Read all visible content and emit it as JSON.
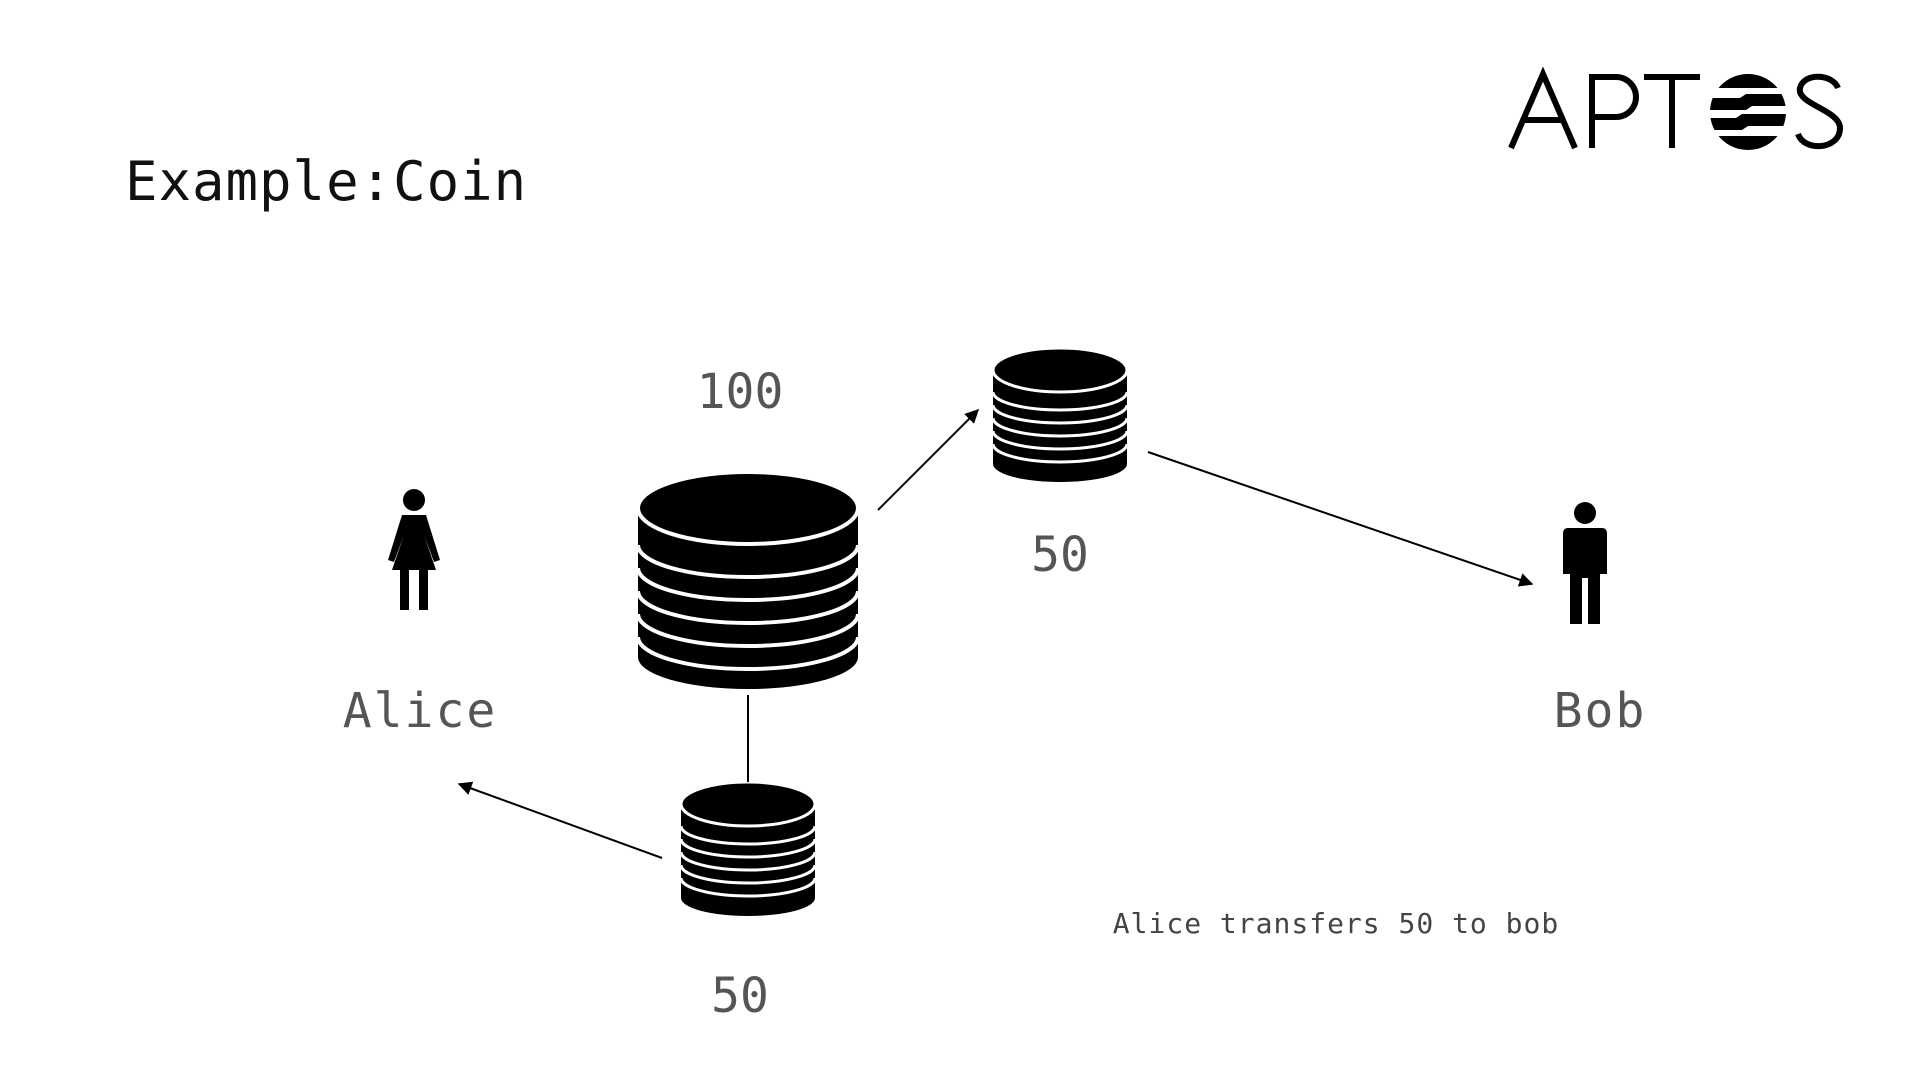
{
  "slide": {
    "title": "Example:Coin",
    "logo_text": "APTOS",
    "caption": "Alice transfers 50 to bob"
  },
  "people": {
    "alice": {
      "name": "Alice",
      "icon": "female-person-icon"
    },
    "bob": {
      "name": "Bob",
      "icon": "male-person-icon"
    }
  },
  "coins": {
    "source": {
      "amount": "100",
      "icon": "coin-stack-icon"
    },
    "to_bob": {
      "amount": "50",
      "icon": "coin-stack-icon"
    },
    "to_alice": {
      "amount": "50",
      "icon": "coin-stack-icon"
    }
  },
  "colors": {
    "ink": "#000000",
    "label": "#555555"
  }
}
